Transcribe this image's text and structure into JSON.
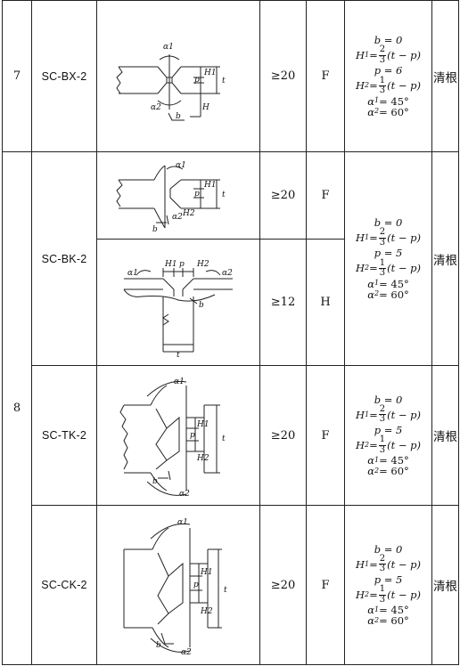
{
  "rows": [
    {
      "no": "7",
      "code": "SC-BX-2",
      "variants": [
        {
          "thickness": "≥20",
          "position": "F"
        }
      ],
      "params": {
        "b": "b = 0",
        "h1_lhs": "H",
        "h1_sub": "1",
        "h1_eq": " = ",
        "h1_num": "2",
        "h1_den": "3",
        "h1_rest": "(t − p)",
        "p": "p = 6",
        "h2_lhs": "H",
        "h2_sub": "2",
        "h2_eq": " = ",
        "h2_num": "1",
        "h2_den": "3",
        "h2_rest": "(t − p)",
        "a1_lhs": "α",
        "a1_sub": "1",
        "a1_rest": " = 45°",
        "a2_lhs": "α",
        "a2_sub": "2",
        "a2_rest": " = 60°"
      },
      "note": "清根",
      "figure_labels": {
        "a1": "α1",
        "a2": "α2",
        "p": "p",
        "h1": "H1",
        "h2": "H",
        "t": "t",
        "b": "b"
      }
    },
    {
      "no": "8",
      "code": "SC-BK-2",
      "variants": [
        {
          "thickness": "≥20",
          "position": "F"
        },
        {
          "thickness": "≥12",
          "position": "H"
        }
      ],
      "params": {
        "b": "b = 0",
        "h1_lhs": "H",
        "h1_sub": "1",
        "h1_eq": " = ",
        "h1_num": "2",
        "h1_den": "3",
        "h1_rest": "(t − p)",
        "p": "p = 5",
        "h2_lhs": "H",
        "h2_sub": "2",
        "h2_eq": " = ",
        "h2_num": "1",
        "h2_den": "3",
        "h2_rest": "(t − p)",
        "a1_lhs": "α",
        "a1_sub": "1",
        "a1_rest": " = 45°",
        "a2_lhs": "α",
        "a2_sub": "2",
        "a2_rest": " = 60°"
      },
      "note": "清根",
      "figure_labels": {
        "a1": "α1",
        "a2": "α2",
        "p": "p",
        "h1": "H1",
        "h2": "H2",
        "t": "t",
        "b": "b"
      }
    },
    {
      "code": "SC-TK-2",
      "variants": [
        {
          "thickness": "≥20",
          "position": "F"
        }
      ],
      "params": {
        "b": "b = 0",
        "h1_lhs": "H",
        "h1_sub": "1",
        "h1_eq": " = ",
        "h1_num": "2",
        "h1_den": "3",
        "h1_rest": "(t − p)",
        "p": "p = 5",
        "h2_lhs": "H",
        "h2_sub": "2",
        "h2_eq": " = ",
        "h2_num": "1",
        "h2_den": "3",
        "h2_rest": "(t − p)",
        "a1_lhs": "α",
        "a1_sub": "1",
        "a1_rest": " = 45°",
        "a2_lhs": "α",
        "a2_sub": "2",
        "a2_rest": " = 60°"
      },
      "note": "清根",
      "figure_labels": {
        "a1": "α1",
        "a2": "α2",
        "p": "p",
        "h1": "H1",
        "h2": "H2",
        "t": "t",
        "b": "b"
      }
    },
    {
      "code": "SC-CK-2",
      "variants": [
        {
          "thickness": "≥20",
          "position": "F"
        }
      ],
      "params": {
        "b": "b = 0",
        "h1_lhs": "H",
        "h1_sub": "1",
        "h1_eq": " = ",
        "h1_num": "2",
        "h1_den": "3",
        "h1_rest": "(t − p)",
        "p": "p = 5",
        "h2_lhs": "H",
        "h2_sub": "2",
        "h2_eq": " = ",
        "h2_num": "1",
        "h2_den": "3",
        "h2_rest": "(t − p)",
        "a1_lhs": "α",
        "a1_sub": "1",
        "a1_rest": " = 45°",
        "a2_lhs": "α",
        "a2_sub": "2",
        "a2_rest": " = 60°"
      },
      "note": "清根",
      "figure_labels": {
        "a1": "α1",
        "a2": "α2",
        "p": "p",
        "h1": "H1",
        "h2": "H2",
        "t": "t",
        "b": "b"
      }
    }
  ]
}
